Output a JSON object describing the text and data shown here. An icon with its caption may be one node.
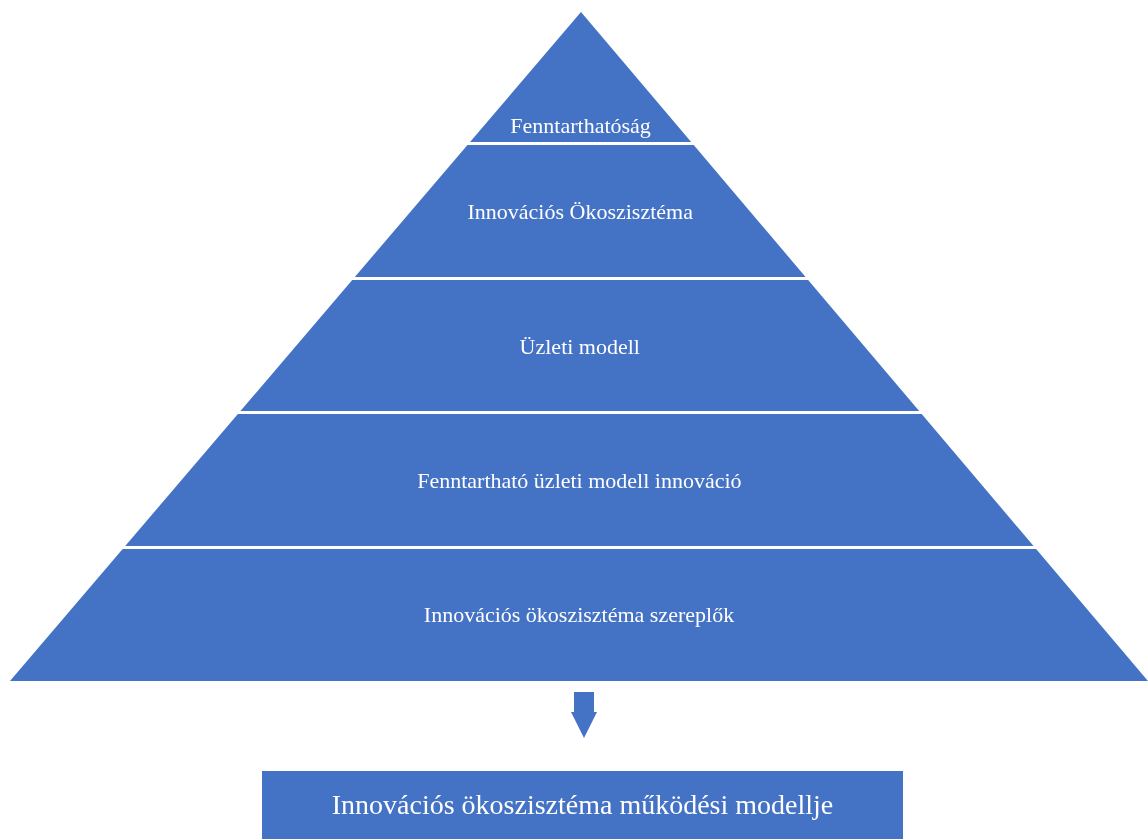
{
  "diagram": {
    "nodes": [
      {
        "text": [
          "Fenntarthatóság"
        ]
      },
      {
        "text": [
          "Innovációs Ökoszisztéma"
        ]
      },
      {
        "text": [
          "Üzleti modell"
        ]
      },
      {
        "text": [
          "Fenntartható üzleti modell innováció"
        ]
      },
      {
        "text": [
          "Innovációs ökoszisztéma szereplők"
        ]
      },
      {
        "text": [
          "Innovációs ökoszisztéma működési modellje"
        ]
      }
    ],
    "edges": [
      {
        "from": 4,
        "to": 5,
        "arrow": "to"
      }
    ]
  }
}
